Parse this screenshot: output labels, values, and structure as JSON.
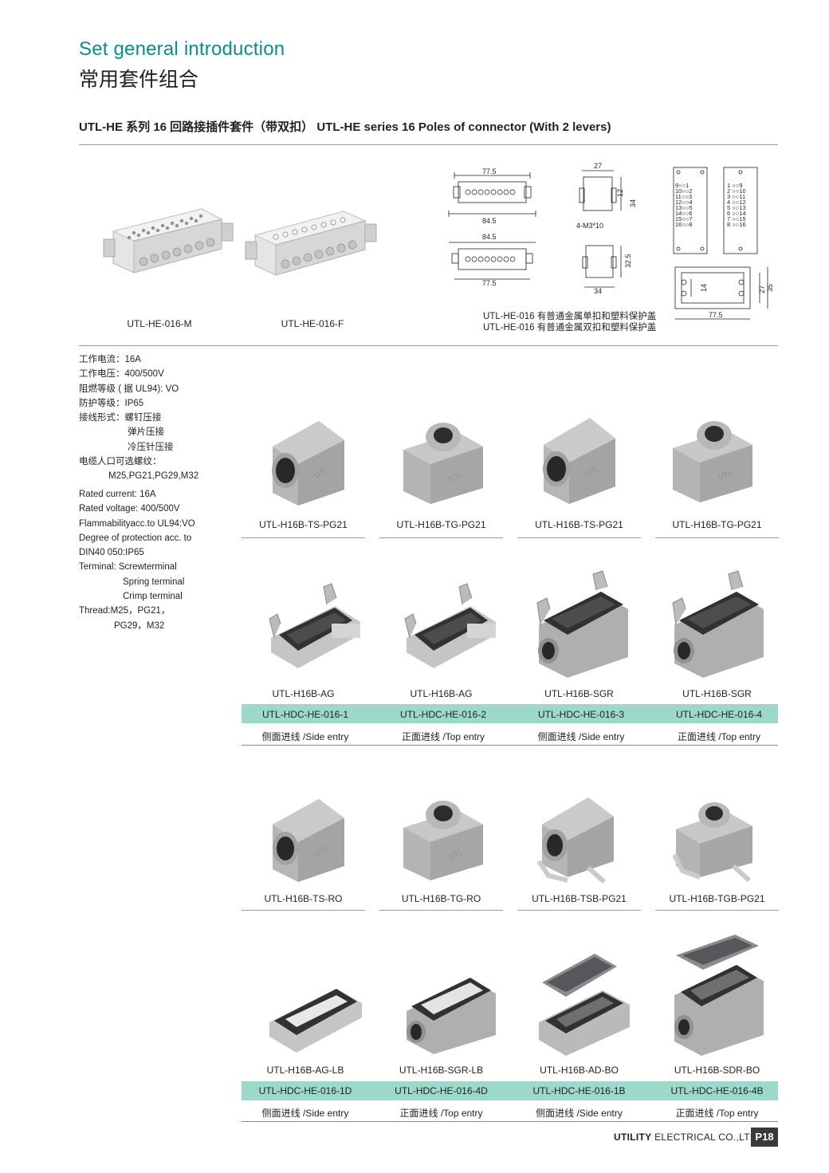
{
  "header": {
    "title_en": "Set general introduction",
    "title_cn": "常用套件组合",
    "subtitle": "UTL-HE 系列 16 回路接插件套件（带双扣） UTL-HE series 16 Poles of connector (With 2 levers)"
  },
  "inserts": [
    {
      "label": "UTL-HE-016-M"
    },
    {
      "label": "UTL-HE-016-F"
    }
  ],
  "drawing": {
    "dims": {
      "d1": "77.5",
      "d2": "84.5",
      "d3": "84.5",
      "d4": "77.5",
      "d5": "27",
      "d6": "12",
      "d7": "34",
      "d8": "4-M3*10",
      "d9": "32.5",
      "d10": "34",
      "d11": "14",
      "d12": "27",
      "d13": "35",
      "d14": "77.5"
    },
    "pins_left": [
      {
        "a": "9",
        "b": "1"
      },
      {
        "a": "10",
        "b": "2"
      },
      {
        "a": "11",
        "b": "3"
      },
      {
        "a": "12",
        "b": "4"
      },
      {
        "a": "13",
        "b": "5"
      },
      {
        "a": "14",
        "b": "6"
      },
      {
        "a": "15",
        "b": "7"
      },
      {
        "a": "16",
        "b": "8"
      }
    ],
    "pins_right": [
      {
        "a": "1",
        "b": "9"
      },
      {
        "a": "2",
        "b": "10"
      },
      {
        "a": "3",
        "b": "11"
      },
      {
        "a": "4",
        "b": "12"
      },
      {
        "a": "5",
        "b": "13"
      },
      {
        "a": "6",
        "b": "14"
      },
      {
        "a": "7",
        "b": "15"
      },
      {
        "a": "8",
        "b": "16"
      }
    ],
    "note_line1": "UTL-HE-016 有普通金属单扣和塑料保护盖",
    "note_line2": "UTL-HE-016 有普通金属双扣和塑料保护盖"
  },
  "specs_cn": [
    "工作电流：16A",
    "工作电压：400/500V",
    "阻燃等级 ( 据 UL94): VO",
    "防护等级：IP65",
    "接线形式：螺钉压接",
    "弹片压接",
    "冷压针压接",
    "电缆人口可选螺纹：",
    "M25,PG21,PG29,M32"
  ],
  "specs_en": [
    "Rated current: 16A",
    "Rated voltage: 400/500V",
    "Flammabilityacc.to UL94:VO",
    "Degree of protection acc. to",
    "DIN40 050:IP65",
    "Terminal: Screwterminal",
    "Spring terminal",
    "Crimp terminal",
    "Thread:M25，PG21，",
    "PG29，M32"
  ],
  "group1": {
    "hoods": [
      "UTL-H16B-TS-PG21",
      "UTL-H16B-TG-PG21",
      "UTL-H16B-TS-PG21",
      "UTL-H16B-TG-PG21"
    ],
    "bases": [
      "UTL-H16B-AG",
      "UTL-H16B-AG",
      "UTL-H16B-SGR",
      "UTL-H16B-SGR"
    ],
    "sets": [
      "UTL-HDC-HE-016-1",
      "UTL-HDC-HE-016-2",
      "UTL-HDC-HE-016-3",
      "UTL-HDC-HE-016-4"
    ],
    "entries": [
      "侧面进线 /Side entry",
      "正面进线 /Top entry",
      "侧面进线 /Side entry",
      "正面进线 /Top entry"
    ]
  },
  "group2": {
    "hoods": [
      "UTL-H16B-TS-RO",
      "UTL-H16B-TG-RO",
      "UTL-H16B-TSB-PG21",
      "UTL-H16B-TGB-PG21"
    ],
    "bases": [
      "UTL-H16B-AG-LB",
      "UTL-H16B-SGR-LB",
      "UTL-H16B-AD-BO",
      "UTL-H16B-SDR-BO"
    ],
    "sets": [
      "UTL-HDC-HE-016-1D",
      "UTL-HDC-HE-016-4D",
      "UTL-HDC-HE-016-1B",
      "UTL-HDC-HE-016-4B"
    ],
    "entries": [
      "侧面进线 /Side entry",
      "正面进线 /Top entry",
      "侧面进线 /Side entry",
      "正面进线 /Top entry"
    ]
  },
  "footer": {
    "company_bold": "UTILITY",
    "company_rest": " ELECTRICAL CO.,LTD.",
    "page": "P18"
  },
  "colors": {
    "accent": "#0b8e87",
    "table_highlight": "#9cd9cb",
    "product_grey": "#a9abad",
    "gasket_dark": "#2f3133"
  }
}
